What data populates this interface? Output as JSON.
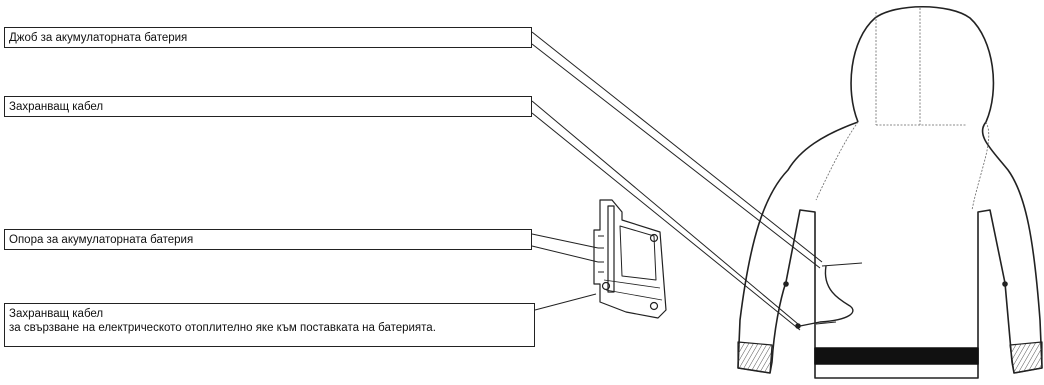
{
  "labels": {
    "pocket": "Джоб за акумулаторната батерия",
    "power_cable": "Захранващ кабел",
    "battery_holder": "Опора за акумулаторната батерия",
    "power_cable_2_title": "Захранващ кабел",
    "power_cable_2_desc": "за свързване на електрическото отоплително яке към поставката на батерията."
  },
  "colors": {
    "line": "#222222",
    "stitch": "#666666",
    "hem_band": "#111111",
    "background": "#ffffff"
  },
  "icons": {
    "hoodie": "hoodie-back-drawing",
    "battery_holder": "battery-holder-drawing"
  }
}
